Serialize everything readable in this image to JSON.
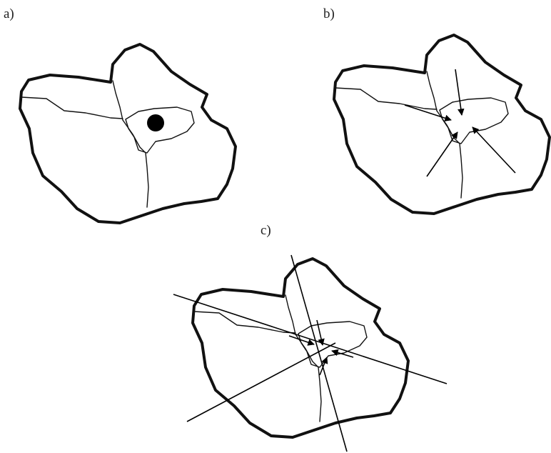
{
  "labels": {
    "a": "a)",
    "b": "b)",
    "c": "c)"
  }
}
